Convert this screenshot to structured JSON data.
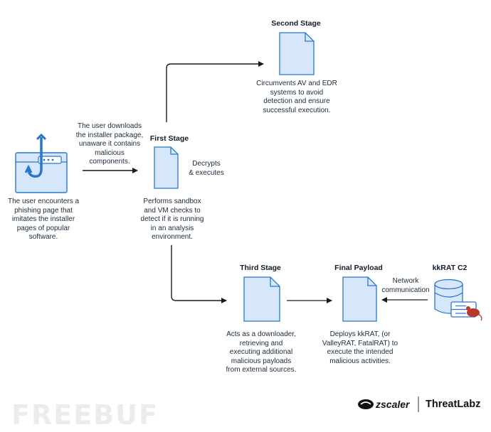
{
  "phishing": {
    "text": "The user encounters a\nphishing page that\nimitates the installer\npages of popular\nsoftware."
  },
  "download_note": "The user downloads\nthe installer package,\nunaware it contains\nmalicious\ncomponents.",
  "first_stage": {
    "title": "First Stage",
    "side_note": "Decrypts\n& executes",
    "desc": "Performs sandbox\nand  VM checks to\ndetect if it is running\nin an analysis\nenvironment."
  },
  "second_stage": {
    "title": "Second Stage",
    "desc": "Circumvents AV and EDR\nsystems to avoid\ndetection and ensure\nsuccessful execution."
  },
  "third_stage": {
    "title": "Third Stage",
    "desc": "Acts as a downloader,\nretrieving and\nexecuting additional\nmalicious payloads\nfrom external sources."
  },
  "final_payload": {
    "title": "Final Payload",
    "desc": "Deploys kkRAT, (or\nValleyRAT, FatalRAT) to\nexecute the intended\nmalicious activities."
  },
  "c2": {
    "title": "kkRAT C2",
    "network_note": "Network\ncommunication"
  },
  "branding": {
    "zscaler": "zscaler",
    "threatlabz": "ThreatLabz",
    "watermark": "FREEBUF"
  },
  "colors": {
    "icon_fill": "#d7e7fb",
    "icon_stroke": "#2a76c9",
    "hook": "#2a76c9",
    "arrow": "#1a1a1a",
    "rat": "#b8382b"
  },
  "icons": {
    "phishing": "phishing-hook-window-icon",
    "document": "document-icon",
    "server": "database-server-icon",
    "rat": "rat-icon"
  }
}
